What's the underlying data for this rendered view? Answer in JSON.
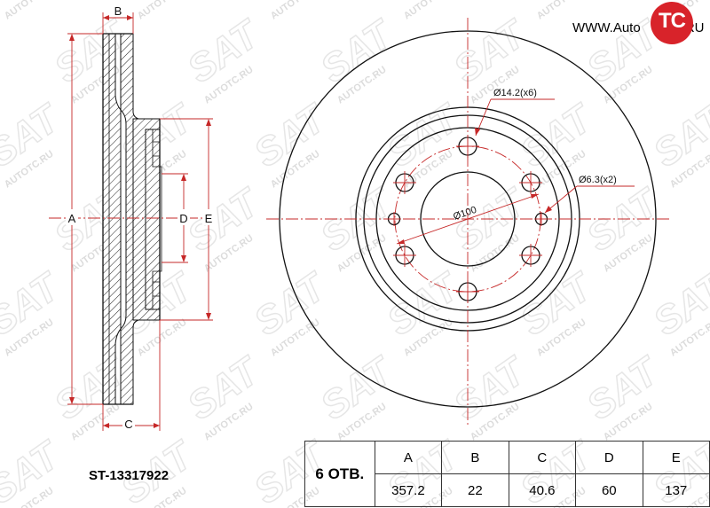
{
  "watermark": {
    "brand": "SAT",
    "site": "AUTOTC.RU"
  },
  "header": {
    "url_prefix": "WWW.Auto",
    "url_logo": "TC",
    "url_suffix": ".RU"
  },
  "side_view": {
    "dim_labels": {
      "a": "A",
      "b": "B",
      "c": "C",
      "d": "D",
      "e": "E"
    }
  },
  "front_view": {
    "callout_stud_holes": "Ø14.2(x6)",
    "callout_pin_holes": "Ø6.3(x2)",
    "callout_pcd": "Ø100"
  },
  "part_number": "ST-13317922",
  "spec_table": {
    "holes_label": "6 ОТВ.",
    "headers": [
      "A",
      "B",
      "C",
      "D",
      "E"
    ],
    "values": [
      "357.2",
      "22",
      "40.6",
      "60",
      "137"
    ]
  },
  "colors": {
    "dimension": "#c62828",
    "logo": "#d8232a",
    "watermark": "#e3e3e3"
  }
}
